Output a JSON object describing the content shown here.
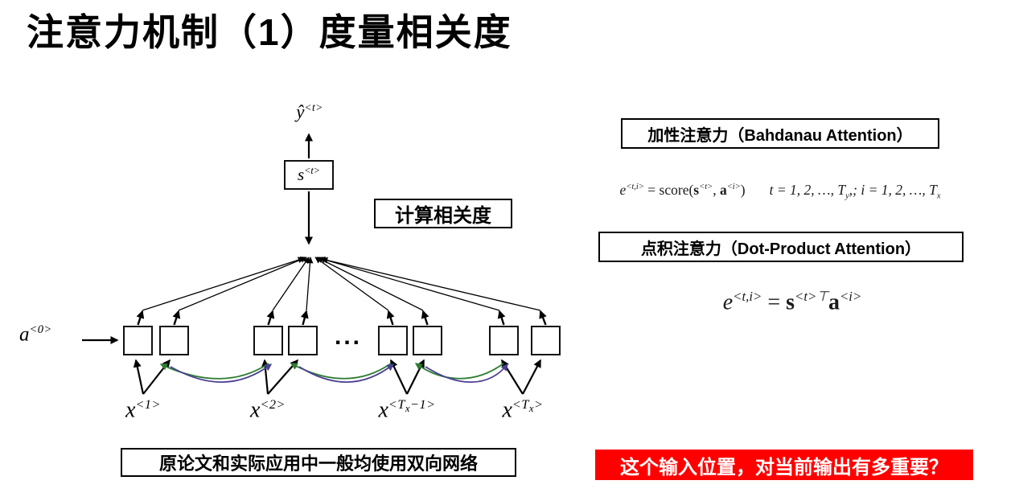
{
  "slide": {
    "title": "注意力机制（1）度量相关度"
  },
  "diagram": {
    "y_output": {
      "base": "ŷ",
      "sup": "<t>"
    },
    "state": {
      "base": "s",
      "sup": "<t>"
    },
    "a0": {
      "base": "a",
      "sup": "<0>"
    },
    "compute_label": "计算相关度",
    "ellipsis": "...",
    "x_labels": [
      {
        "base": "x",
        "sup": "<1>"
      },
      {
        "base": "x",
        "sup": "<2>"
      },
      {
        "base": "x",
        "sup_pre": "<T",
        "sub": "x",
        "sup_post": "−1>"
      },
      {
        "base": "x",
        "sup_pre": "<T",
        "sub": "x",
        "sup_post": ">"
      }
    ],
    "bottom_note": "原论文和实际应用中一般均使用双向网络"
  },
  "right_panel": {
    "additive_title": "加性注意力（Bahdanau Attention）",
    "dot_title": "点积注意力（Dot-Product Attention）",
    "additive_formula": {
      "e": "e",
      "e_sup": "<t,i>",
      "eq": " = score(",
      "s": "s",
      "s_sup": "<t>",
      "sep": ", ",
      "a": "a",
      "a_sup": "<i>",
      "close": ")",
      "cond_t": "t = 1, 2, …, T",
      "cond_t_sub": "y",
      "cond_mid": ",; i = 1, 2, …, T",
      "cond_i_sub": "x"
    },
    "dot_formula": {
      "e": "e",
      "e_sup": "<t,i>",
      "eq": " = ",
      "s": "s",
      "s_sup": "<t>⊤",
      "a": "a",
      "a_sup": "<i>"
    },
    "red_note": "这个输入位置，对当前输出有多重要？"
  },
  "colors": {
    "forward_arc": "#4a3f92",
    "backward_arc": "#2f7d32",
    "red_box": "#ff0000",
    "arrow": "#000000"
  }
}
